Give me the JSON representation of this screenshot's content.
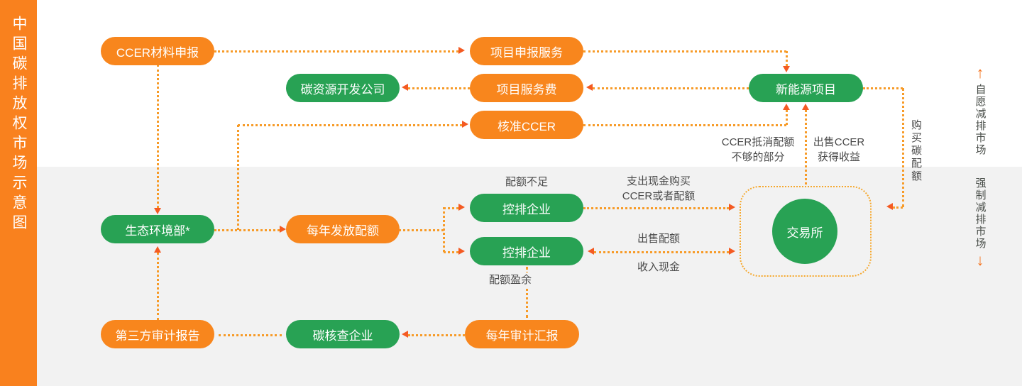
{
  "sidebar": {
    "title": "中国碳排放权市场示意图"
  },
  "nodes": {
    "ccer_material": {
      "label": "CCER材料申报"
    },
    "project_apply": {
      "label": "项目申报服务"
    },
    "carbon_dev_co": {
      "label": "碳资源开发公司"
    },
    "project_fee": {
      "label": "项目服务费"
    },
    "approve_ccer": {
      "label": "核准CCER"
    },
    "new_energy": {
      "label": "新能源项目"
    },
    "eco_ministry": {
      "label": "生态环境部*"
    },
    "annual_quota": {
      "label": "每年发放配额"
    },
    "emitter_short": {
      "label": "控排企业"
    },
    "emitter_surplus": {
      "label": "控排企业"
    },
    "exchange": {
      "label": "交易所"
    },
    "third_party_audit": {
      "label": "第三方审计报告"
    },
    "carbon_verifier": {
      "label": "碳核查企业"
    },
    "annual_audit": {
      "label": "每年审计汇报"
    }
  },
  "annotations": {
    "quota_short": "配额不足",
    "quota_surplus": "配额盈余",
    "pay_cash_line1": "支出现金购买",
    "pay_cash_line2": "CCER或者配额",
    "sell_quota": "出售配额",
    "income_cash": "收入现金",
    "ccer_offset_line1": "CCER抵消配额",
    "ccer_offset_line2": "不够的部分",
    "sell_ccer_line1": "出售CCER",
    "sell_ccer_line2": "获得收益",
    "buy_carbon_quota": "购买碳配额"
  },
  "markets": {
    "voluntary": "自愿减排市场",
    "mandatory": "强制减排市场",
    "up_arrow": "↑",
    "down_arrow": "↓"
  },
  "colors": {
    "orange_node": "#F8861D",
    "green_node": "#28A254",
    "sidebar": "#F9811E",
    "dotted_line": "#F79B28",
    "arrowhead": "#F45A22",
    "bg_top": "#FFFFFF",
    "bg_bottom": "#F2F2F2",
    "text_dark": "#4A4A4A"
  }
}
